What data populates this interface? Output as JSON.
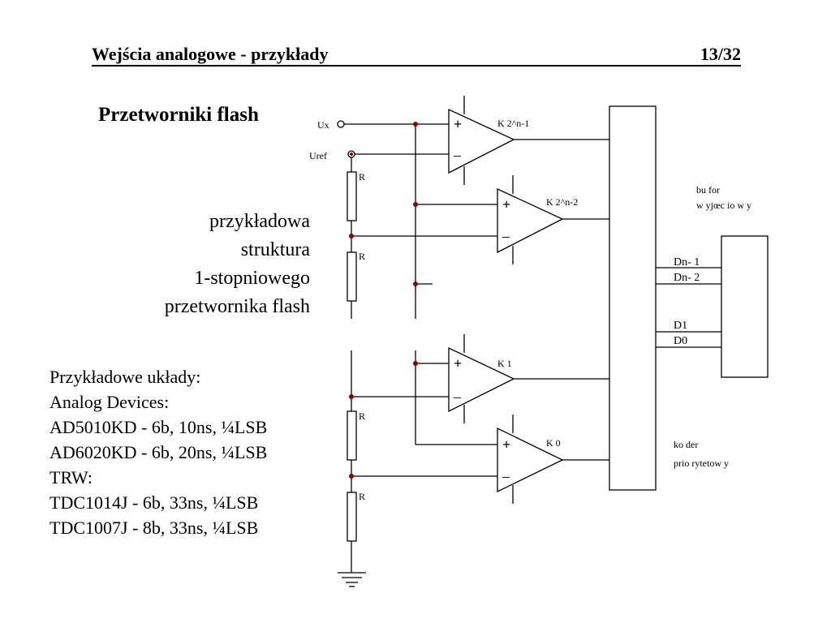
{
  "header": {
    "title": "Wejścia analogowe - przykłady",
    "page": "13/32"
  },
  "section_title": "Przetworniki flash",
  "description": [
    "przykładowa",
    "struktura",
    "1-stopniowego",
    "przetwornika flash"
  ],
  "examples": [
    "Przykładowe układy:",
    "Analog Devices:",
    "AD5010KD - 6b, 10ns, ¼LSB",
    "AD6020KD - 6b, 20ns, ¼LSB",
    "TRW:",
    "TDC1014J - 6b, 33ns, ¼LSB",
    "TDC1007J - 8b, 33ns, ¼LSB"
  ],
  "circuit": {
    "input_ux": "Ux",
    "input_uref": "Uref",
    "resistor_label": "R",
    "comparators": [
      "K 2^n-1",
      "K 2^n-2",
      "K 1",
      "K 0"
    ],
    "plus_sign": "+",
    "minus_sign": "–",
    "output_buffer": [
      "bu for",
      "w yjœc io w y"
    ],
    "outputs": [
      "Dn- 1",
      "Dn- 2",
      "D1",
      "D0"
    ],
    "encoder": [
      "ko der",
      "prio rytetow y"
    ]
  },
  "colors": {
    "ink": "#000000",
    "node": "#8b0000"
  }
}
